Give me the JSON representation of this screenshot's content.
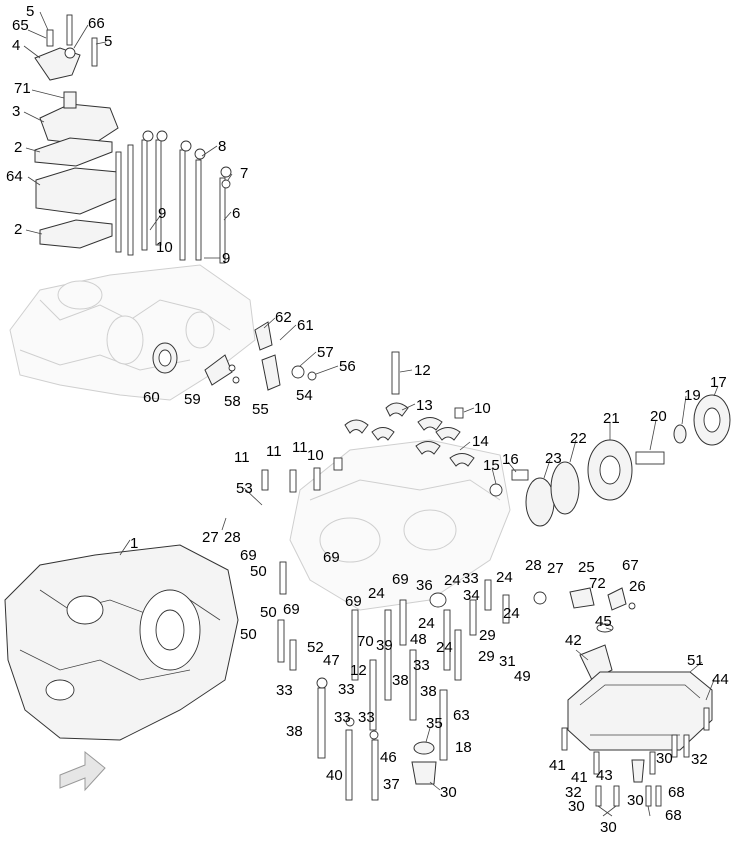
{
  "diagram": {
    "callouts": [
      {
        "id": "c1",
        "text": "5"
      },
      {
        "id": "c2",
        "text": "65"
      },
      {
        "id": "c3",
        "text": "66"
      },
      {
        "id": "c4",
        "text": "5"
      },
      {
        "id": "c5",
        "text": "4"
      },
      {
        "id": "c6",
        "text": "71"
      },
      {
        "id": "c7",
        "text": "3"
      },
      {
        "id": "c8",
        "text": "2"
      },
      {
        "id": "c9",
        "text": "64"
      },
      {
        "id": "c10",
        "text": "2"
      },
      {
        "id": "c11",
        "text": "8"
      },
      {
        "id": "c12",
        "text": "7"
      },
      {
        "id": "c13",
        "text": "6"
      },
      {
        "id": "c14",
        "text": "9"
      },
      {
        "id": "c15",
        "text": "10"
      },
      {
        "id": "c16",
        "text": "9"
      },
      {
        "id": "c17",
        "text": "62"
      },
      {
        "id": "c18",
        "text": "61"
      },
      {
        "id": "c19",
        "text": "57"
      },
      {
        "id": "c20",
        "text": "56"
      },
      {
        "id": "c21",
        "text": "60"
      },
      {
        "id": "c22",
        "text": "59"
      },
      {
        "id": "c23",
        "text": "58"
      },
      {
        "id": "c24",
        "text": "55"
      },
      {
        "id": "c25",
        "text": "54"
      },
      {
        "id": "c26",
        "text": "12"
      },
      {
        "id": "c27",
        "text": "13"
      },
      {
        "id": "c28",
        "text": "10"
      },
      {
        "id": "c29",
        "text": "14"
      },
      {
        "id": "c30",
        "text": "17"
      },
      {
        "id": "c31",
        "text": "19"
      },
      {
        "id": "c32",
        "text": "20"
      },
      {
        "id": "c33",
        "text": "21"
      },
      {
        "id": "c34",
        "text": "22"
      },
      {
        "id": "c35",
        "text": "23"
      },
      {
        "id": "c36",
        "text": "16"
      },
      {
        "id": "c37",
        "text": "15"
      },
      {
        "id": "c38",
        "text": "11"
      },
      {
        "id": "c39",
        "text": "11"
      },
      {
        "id": "c40",
        "text": "11"
      },
      {
        "id": "c41",
        "text": "10"
      },
      {
        "id": "c42",
        "text": "53"
      },
      {
        "id": "c43",
        "text": "27"
      },
      {
        "id": "c44",
        "text": "28"
      },
      {
        "id": "c45",
        "text": "1"
      },
      {
        "id": "c46",
        "text": "69"
      },
      {
        "id": "c47",
        "text": "69"
      },
      {
        "id": "c48",
        "text": "50"
      },
      {
        "id": "c49",
        "text": "69"
      },
      {
        "id": "c50",
        "text": "50"
      },
      {
        "id": "c51",
        "text": "69"
      },
      {
        "id": "c52",
        "text": "50"
      },
      {
        "id": "c53",
        "text": "52"
      },
      {
        "id": "c54",
        "text": "47"
      },
      {
        "id": "c55",
        "text": "69"
      },
      {
        "id": "c56",
        "text": "24"
      },
      {
        "id": "c57",
        "text": "36"
      },
      {
        "id": "c58",
        "text": "24"
      },
      {
        "id": "c59",
        "text": "33"
      },
      {
        "id": "c60",
        "text": "24"
      },
      {
        "id": "c61",
        "text": "34"
      },
      {
        "id": "c62",
        "text": "24"
      },
      {
        "id": "c63",
        "text": "70"
      },
      {
        "id": "c64",
        "text": "39"
      },
      {
        "id": "c65",
        "text": "48"
      },
      {
        "id": "c66",
        "text": "24"
      },
      {
        "id": "c67",
        "text": "29"
      },
      {
        "id": "c68",
        "text": "29"
      },
      {
        "id": "c69",
        "text": "31"
      },
      {
        "id": "c70",
        "text": "49"
      },
      {
        "id": "c71",
        "text": "24"
      },
      {
        "id": "c72",
        "text": "28"
      },
      {
        "id": "c73",
        "text": "27"
      },
      {
        "id": "c74",
        "text": "25"
      },
      {
        "id": "c75",
        "text": "72"
      },
      {
        "id": "c76",
        "text": "67"
      },
      {
        "id": "c77",
        "text": "26"
      },
      {
        "id": "c78",
        "text": "45"
      },
      {
        "id": "c79",
        "text": "42"
      },
      {
        "id": "c80",
        "text": "51"
      },
      {
        "id": "c81",
        "text": "44"
      },
      {
        "id": "c82",
        "text": "33"
      },
      {
        "id": "c83",
        "text": "33"
      },
      {
        "id": "c84",
        "text": "12"
      },
      {
        "id": "c85",
        "text": "33"
      },
      {
        "id": "c86",
        "text": "38"
      },
      {
        "id": "c87",
        "text": "38"
      },
      {
        "id": "c88",
        "text": "38"
      },
      {
        "id": "c89",
        "text": "33"
      },
      {
        "id": "c90",
        "text": "33"
      },
      {
        "id": "c91",
        "text": "63"
      },
      {
        "id": "c92",
        "text": "35"
      },
      {
        "id": "c93",
        "text": "18"
      },
      {
        "id": "c94",
        "text": "46"
      },
      {
        "id": "c95",
        "text": "40"
      },
      {
        "id": "c96",
        "text": "37"
      },
      {
        "id": "c97",
        "text": "30"
      },
      {
        "id": "c98",
        "text": "41"
      },
      {
        "id": "c99",
        "text": "41"
      },
      {
        "id": "c100",
        "text": "43"
      },
      {
        "id": "c101",
        "text": "30"
      },
      {
        "id": "c102",
        "text": "32"
      },
      {
        "id": "c103",
        "text": "32"
      },
      {
        "id": "c104",
        "text": "68"
      },
      {
        "id": "c105",
        "text": "30"
      },
      {
        "id": "c106",
        "text": "30"
      },
      {
        "id": "c107",
        "text": "68"
      },
      {
        "id": "c108",
        "text": "30"
      }
    ]
  }
}
